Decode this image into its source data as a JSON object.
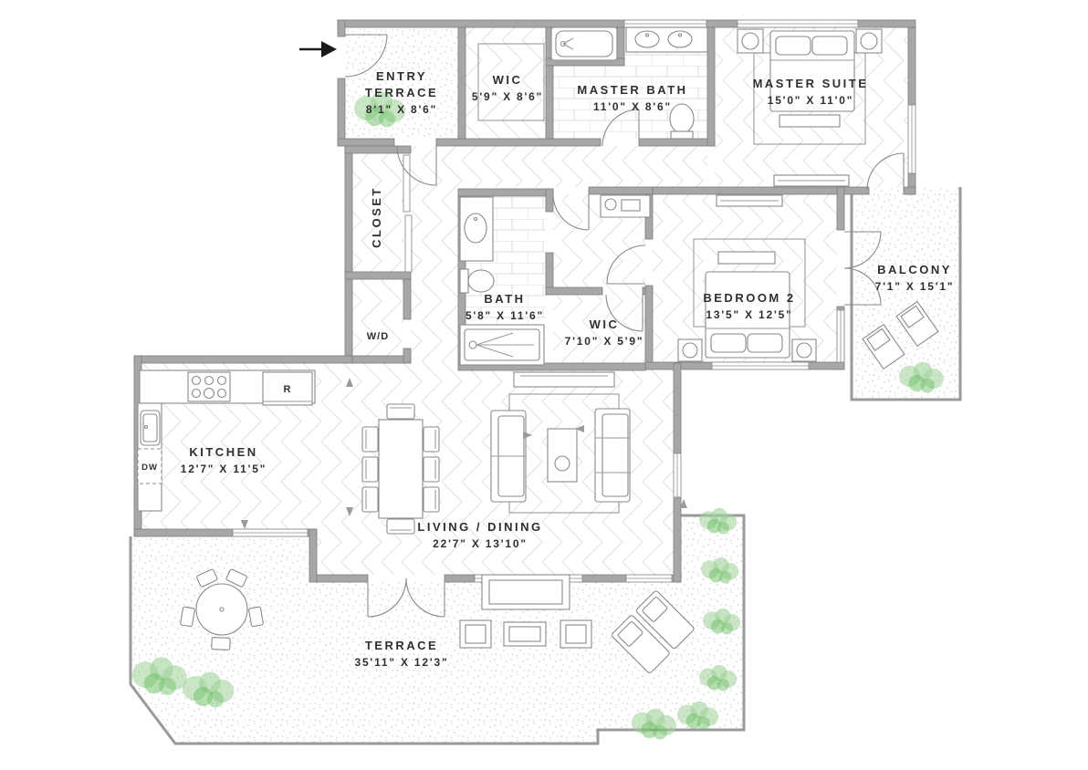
{
  "plan": {
    "entry_arrow": "entry-direction",
    "rooms": {
      "entry_terrace": {
        "line1": "ENTRY",
        "line2": "TERRACE",
        "dims": "8'1\" X 8'6\""
      },
      "wic_master": {
        "name": "WIC",
        "dims": "5'9\" X 8'6\""
      },
      "master_bath": {
        "name": "MASTER BATH",
        "dims": "11'0\" X 8'6\""
      },
      "master_suite": {
        "name": "MASTER SUITE",
        "dims": "15'0\" X 11'0\""
      },
      "closet": {
        "name": "CLOSET"
      },
      "bath": {
        "name": "BATH",
        "dims": "5'8\" X 11'6\""
      },
      "wic_bedroom2": {
        "name": "WIC",
        "dims": "7'10\" X 5'9\""
      },
      "bedroom2": {
        "name": "BEDROOM 2",
        "dims": "13'5\" X 12'5\""
      },
      "balcony": {
        "name": "BALCONY",
        "dims": "7'1\" X 15'1\""
      },
      "kitchen": {
        "name": "KITCHEN",
        "dims": "12'7\" X 11'5\""
      },
      "living_dining": {
        "name": "LIVING / DINING",
        "dims": "22'7\" X 13'10\""
      },
      "terrace": {
        "name": "TERRACE",
        "dims": "35'11\" X 12'3\""
      }
    },
    "appliances": {
      "washer_dryer": "W/D",
      "refrigerator": "R",
      "dishwasher": "DW"
    },
    "colors": {
      "wall": "#a7a7a7",
      "wall_outline": "#7e7e7e",
      "floor_pattern": "#e4e4e4",
      "outdoor_outline": "#9a9a9a",
      "plant_light": "#9ed297",
      "plant_dark": "#6cbf63",
      "text": "#2f2f2f",
      "background": "#ffffff"
    }
  }
}
